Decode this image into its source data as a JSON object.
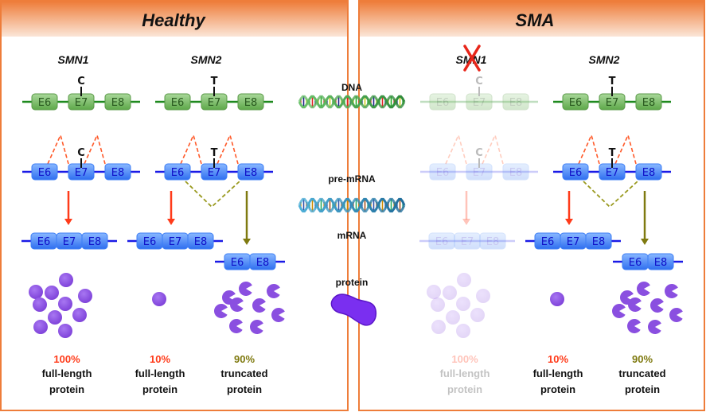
{
  "panels": [
    {
      "title": "Healthy",
      "genes": [
        {
          "label": "SMN1",
          "nucleotide": "C",
          "deleted": false
        },
        {
          "label": "SMN2",
          "nucleotide": "T",
          "deleted": false
        }
      ],
      "outcomes": [
        {
          "percent": "100%",
          "line1": "full-length",
          "line2": "protein",
          "faded": false
        },
        {
          "percent": "10%",
          "line1": "full-length",
          "line2": "protein",
          "faded": false
        },
        {
          "percent": "90%",
          "line1": "truncated",
          "line2": "protein",
          "faded": false
        }
      ]
    },
    {
      "title": "SMA",
      "genes": [
        {
          "label": "SMN1",
          "nucleotide": "C",
          "deleted": true
        },
        {
          "label": "SMN2",
          "nucleotide": "T",
          "deleted": false
        }
      ],
      "outcomes": [
        {
          "percent": "100%",
          "line1": "full-length",
          "line2": "protein",
          "faded": true
        },
        {
          "percent": "10%",
          "line1": "full-length",
          "line2": "protein",
          "faded": false
        },
        {
          "percent": "90%",
          "line1": "truncated",
          "line2": "protein",
          "faded": false
        }
      ]
    }
  ],
  "exons": {
    "full": [
      "E6",
      "E7",
      "E8"
    ],
    "skipped": [
      "E6",
      "E8"
    ]
  },
  "legend": {
    "dna": "DNA",
    "pre_mrna": "pre-mRNA",
    "mrna": "mRNA",
    "protein": "protein"
  },
  "colors": {
    "header_orange": "#ee7d3a",
    "header_fade": "#fbe3d3",
    "dna_green": "#1f8a1f",
    "exon_green": "#7fbf6a",
    "rna_blue": "#1a1ae6",
    "exon_blue": "#4f8ef7",
    "arrow_red": "#ff3b1a",
    "arrow_olive": "#7f7a10",
    "protein_purple": "#8a4fe0",
    "pct_red": "#ff3b1a",
    "pct_olive": "#7f7a10",
    "delete_x": "#e8261a"
  }
}
